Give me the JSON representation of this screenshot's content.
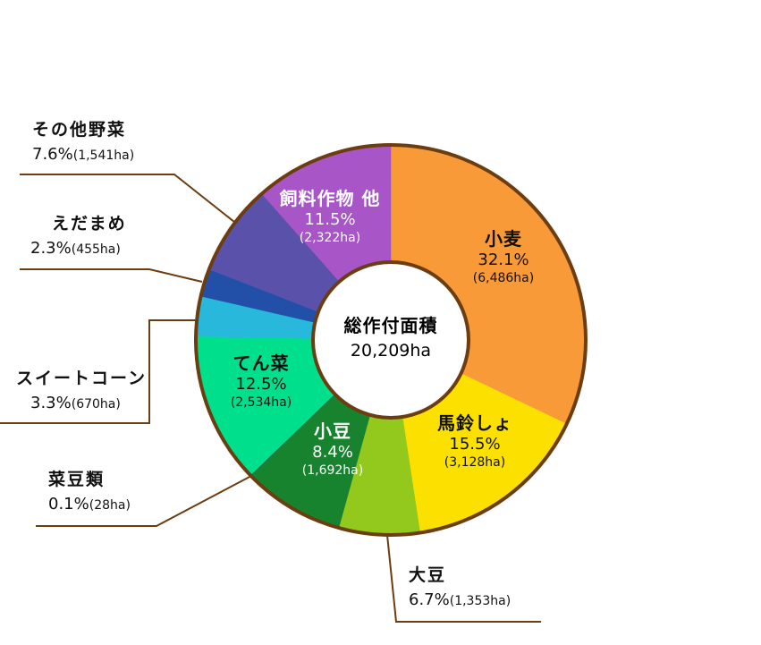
{
  "chart_data": {
    "type": "pie",
    "variant": "donut",
    "center_title": "総作付面積",
    "center_value": "20,209ha",
    "slices": [
      {
        "name": "小麦",
        "percent": 32.1,
        "percent_label": "32.1%",
        "area_label": "(6,486ha)",
        "color": "#f99a38"
      },
      {
        "name": "馬鈴しょ",
        "percent": 15.5,
        "percent_label": "15.5%",
        "area_label": "(3,128ha)",
        "color": "#fce100"
      },
      {
        "name": "大豆",
        "percent": 6.7,
        "percent_label": "6.7%",
        "area_label": "(1,353ha)",
        "color": "#92c91c"
      },
      {
        "name": "小豆",
        "percent": 8.4,
        "percent_label": "8.4%",
        "area_label": "(1,692ha)",
        "color": "#18832f"
      },
      {
        "name": "菜豆類",
        "percent": 0.1,
        "percent_label": "0.1%",
        "area_label": "(28ha)",
        "color": "#1b6a4a"
      },
      {
        "name": "てん菜",
        "percent": 12.5,
        "percent_label": "12.5%",
        "area_label": "(2,534ha)",
        "color": "#00e08c"
      },
      {
        "name": "スイートコーン",
        "percent": 3.3,
        "percent_label": "3.3%",
        "area_label": "(670ha)",
        "color": "#27b8dc"
      },
      {
        "name": "えだまめ",
        "percent": 2.3,
        "percent_label": "2.3%",
        "area_label": "(455ha)",
        "color": "#2250a8"
      },
      {
        "name": "その他野菜",
        "percent": 7.6,
        "percent_label": "7.6%",
        "area_label": "(1,541ha)",
        "color": "#5a52aa"
      },
      {
        "name": "飼料作物 他",
        "percent": 11.5,
        "percent_label": "11.5%",
        "area_label": "(2,322ha)",
        "color": "#a855c8"
      }
    ],
    "border_color": "#6b3d10"
  }
}
